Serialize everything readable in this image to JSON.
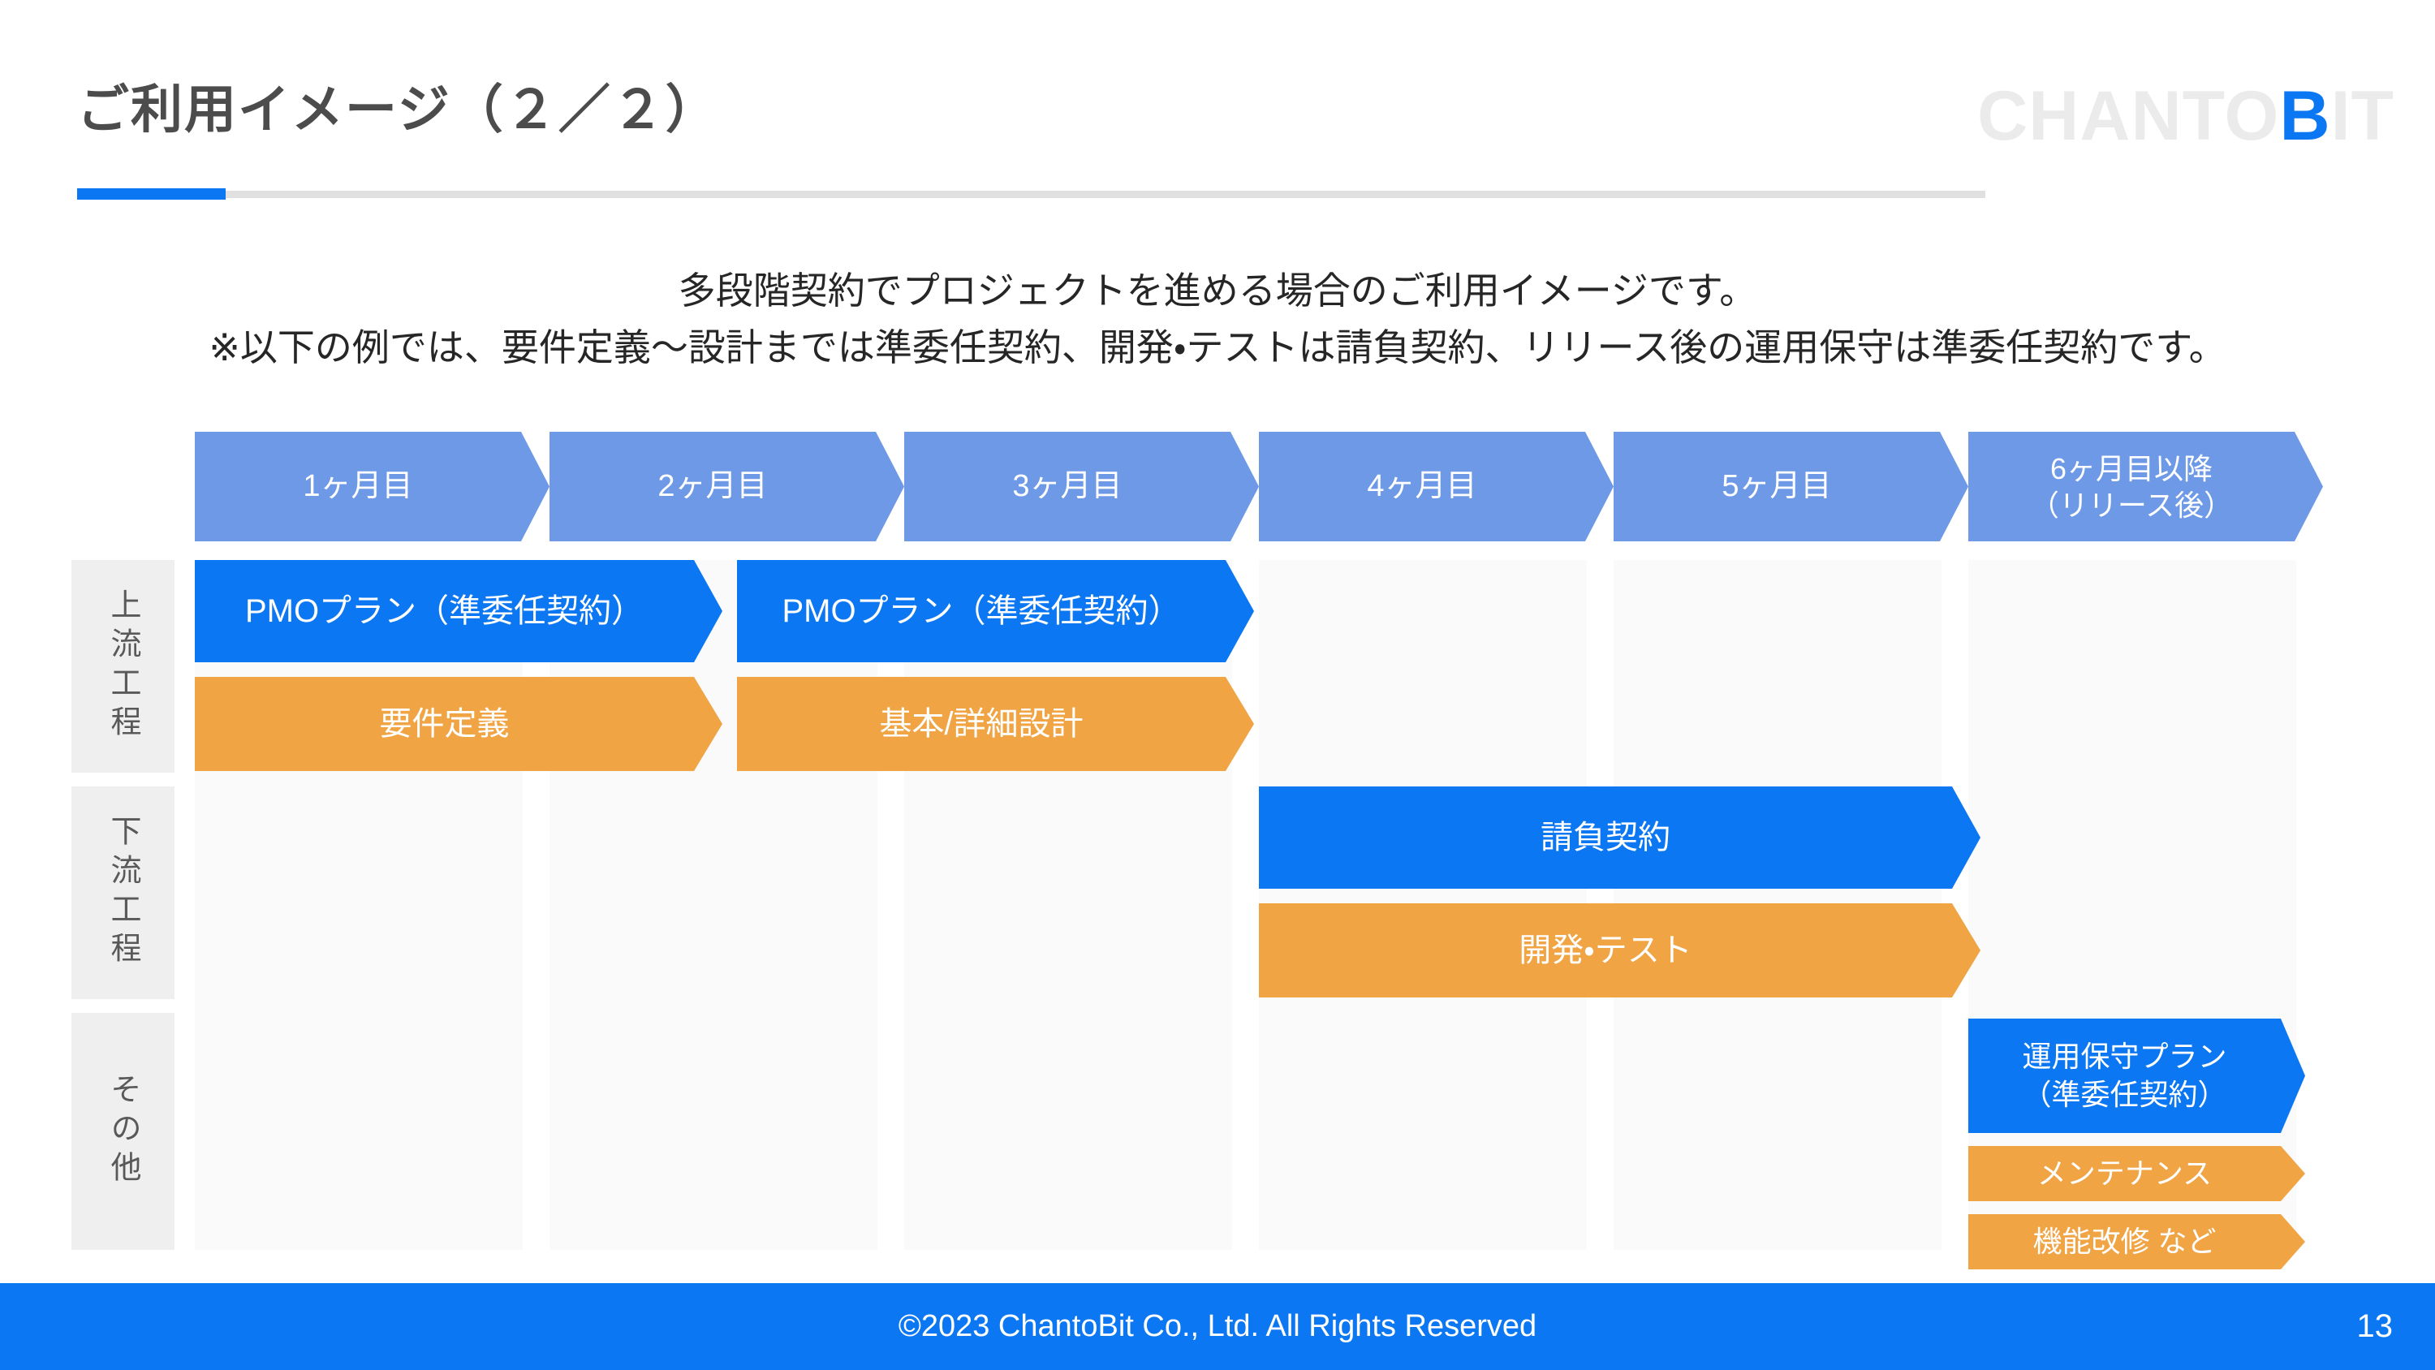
{
  "slide": {
    "title": "ご利用イメージ（２／２）",
    "logo": {
      "prefix": "CHANTO",
      "accent": "B",
      "suffix": "IT"
    },
    "intro": {
      "line1": "多段階契約でプロジェクトを進める場合のご利用イメージです。",
      "line2": "※以下の例では、要件定義〜設計までは準委任契約、開発・テストは請負契約、リリース後の運用保守は準委任契約です。"
    },
    "footer": {
      "copyright": "©2023 ChantoBit Co., Ltd. All Rights Reserved",
      "page": "13"
    }
  },
  "timeline": {
    "months": [
      "1ヶ月目",
      "2ヶ月目",
      "3ヶ月目",
      "4ヶ月目",
      "5ヶ月目",
      "6ヶ月目以降\n（リリース後）"
    ],
    "row_labels": [
      "上流工程",
      "下流工程",
      "その他"
    ],
    "bars": {
      "pmo1": {
        "label": "PMOプラン（準委任契約）",
        "row": "上流工程",
        "palette": "blue",
        "from_month": 1,
        "to_month": 2.5
      },
      "requirements": {
        "label": "要件定義",
        "row": "上流工程",
        "palette": "orange",
        "from_month": 1,
        "to_month": 2.5
      },
      "pmo2": {
        "label": "PMOプラン（準委任契約）",
        "row": "上流工程",
        "palette": "blue",
        "from_month": 2.5,
        "to_month": 4
      },
      "design": {
        "label": "基本/詳細設計",
        "row": "上流工程",
        "palette": "orange",
        "from_month": 2.5,
        "to_month": 4
      },
      "contract": {
        "label": "請負契約",
        "row": "下流工程",
        "palette": "blue",
        "from_month": 4,
        "to_month": 6
      },
      "dev_test": {
        "label": "開発・テスト",
        "row": "下流工程",
        "palette": "orange",
        "from_month": 4,
        "to_month": 6
      },
      "ops_plan": {
        "label": "運用保守プラン\n（準委任契約）",
        "row": "その他",
        "palette": "blue",
        "from_month": 6,
        "to_month": 7
      },
      "maintenance": {
        "label": "メンテナンス",
        "row": "その他",
        "palette": "orange",
        "from_month": 6,
        "to_month": 7
      },
      "improvements": {
        "label": "機能改修 など",
        "row": "その他",
        "palette": "orange",
        "from_month": 6,
        "to_month": 7
      }
    }
  },
  "colors": {
    "blue": "#0c77f2",
    "lightblue": "#6d99e6",
    "orange": "#f0a444",
    "strip": "#fafafa",
    "labelbox": "#efefef",
    "labeltext": "#595959",
    "titletext": "#4c4c4c",
    "bodytext": "#262626",
    "logogray": "#ebebeb",
    "rulegray": "#e0e0e0",
    "white": "#ffffff"
  }
}
